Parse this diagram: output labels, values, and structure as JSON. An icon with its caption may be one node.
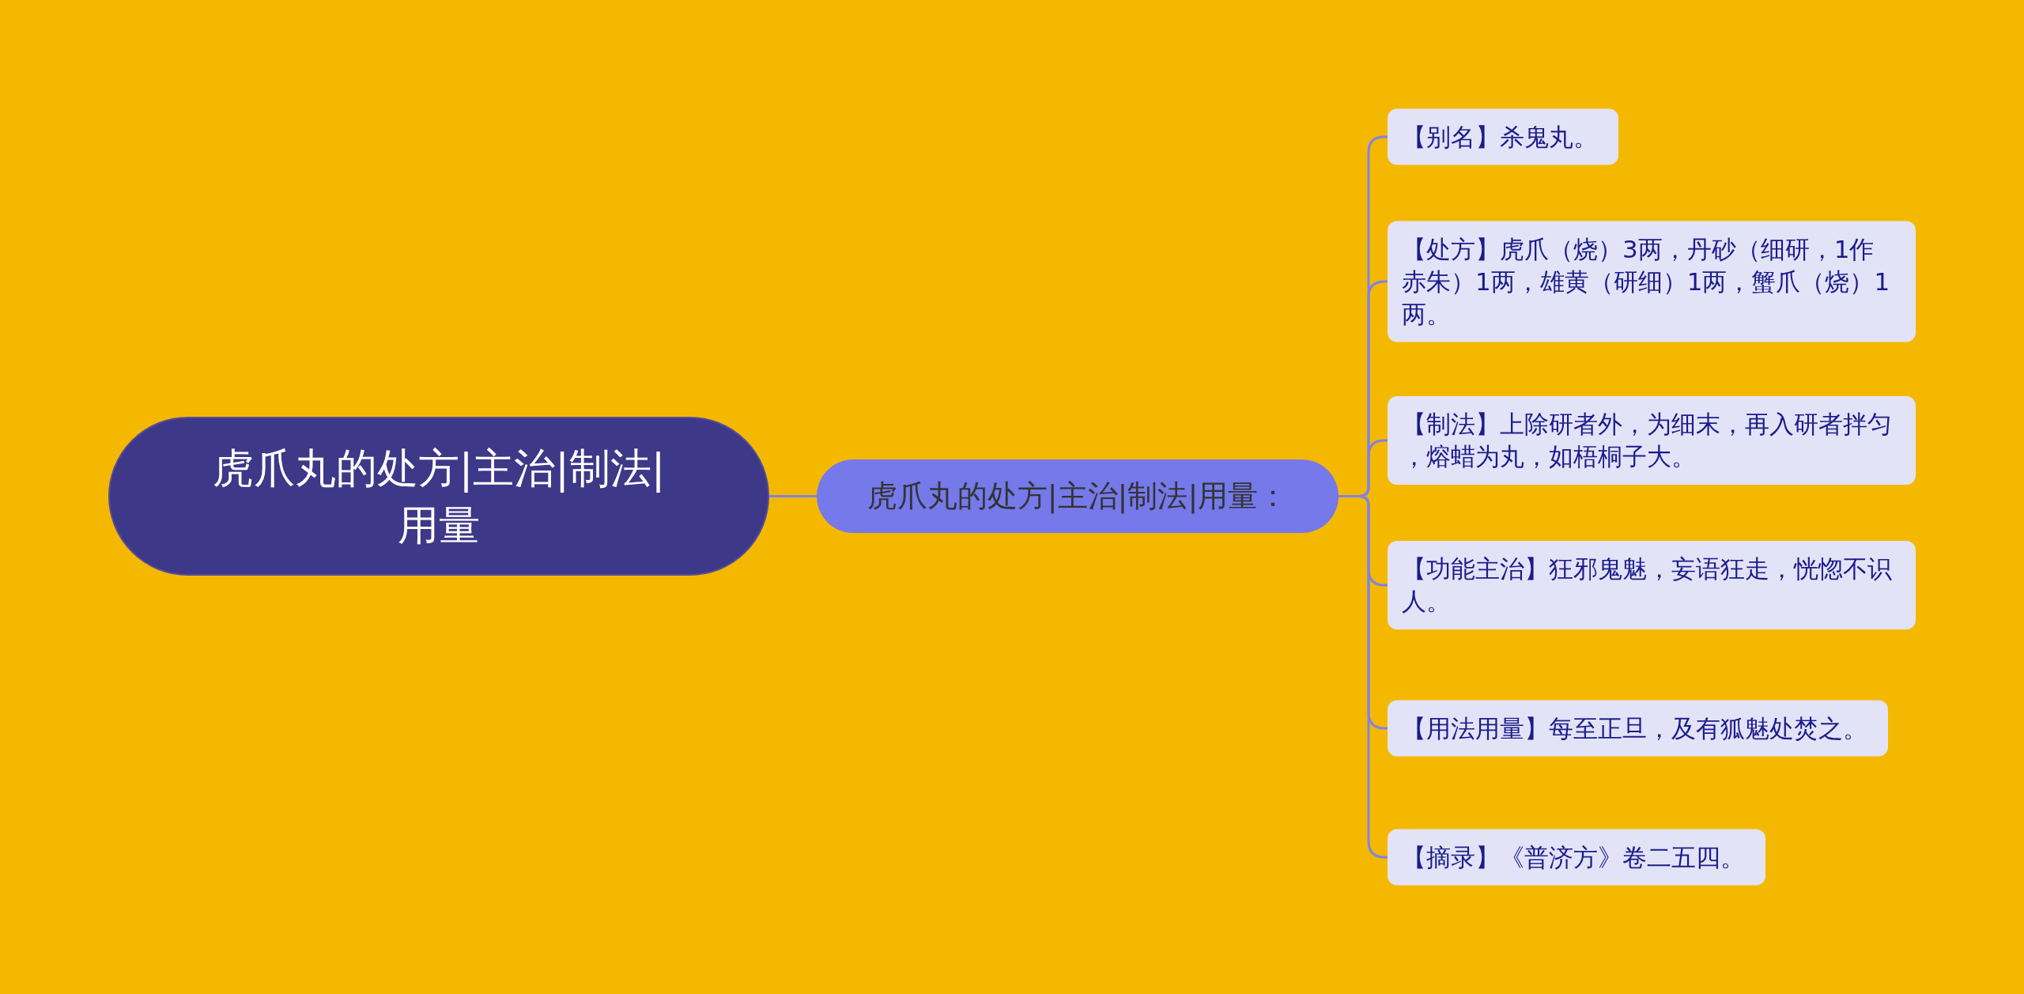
{
  "diagram": {
    "nodes": [
      {
        "text": [
          "虎爪丸的处方|主治|制法|用量"
        ]
      },
      {
        "text": [
          "虎爪丸的处方|主治|制法|用量："
        ]
      },
      {
        "text": [
          "【别名】杀鬼丸。"
        ]
      },
      {
        "text": [
          "【处方】虎爪（烧）3两，丹砂（细研，1作赤朱）1两，雄黄（研细）1两，蟹爪（烧）1两。"
        ]
      },
      {
        "text": [
          "【制法】上除研者外，为细末，再入研者拌匀，熔蜡为丸，如梧桐子大。"
        ]
      },
      {
        "text": [
          "【功能主治】狂邪鬼魅，妄语狂走，恍惚不识人。"
        ]
      },
      {
        "text": [
          "【用法用量】每至正旦，及有狐魅处焚之。"
        ]
      },
      {
        "text": [
          "【摘录】《普济方》卷二五四。"
        ]
      }
    ],
    "edges": [
      {
        "from": 0,
        "to": 1,
        "arrow": "none"
      },
      {
        "from": 1,
        "to": 2,
        "arrow": "none"
      },
      {
        "from": 1,
        "to": 3,
        "arrow": "none"
      },
      {
        "from": 1,
        "to": 4,
        "arrow": "none"
      },
      {
        "from": 1,
        "to": 5,
        "arrow": "none"
      },
      {
        "from": 1,
        "to": 6,
        "arrow": "none"
      },
      {
        "from": 1,
        "to": 7,
        "arrow": "none"
      }
    ]
  }
}
